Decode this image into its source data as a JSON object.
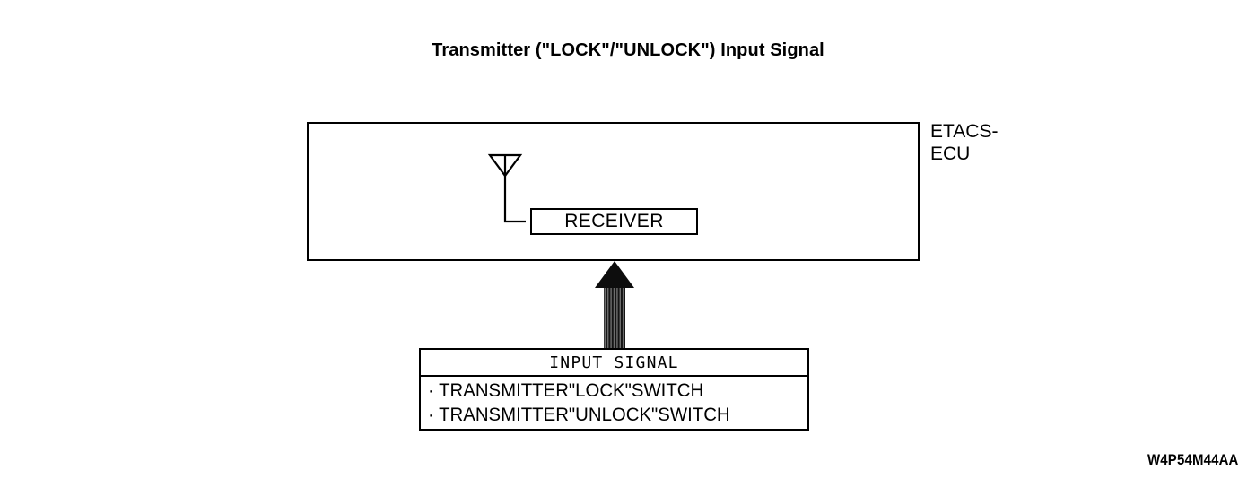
{
  "figure": {
    "title": "Transmitter (\"LOCK\"/\"UNLOCK\") Input Signal",
    "code": "W4P54M44AA"
  },
  "ecu": {
    "label_line1": "ETACS-",
    "label_line2": "ECU",
    "receiver_label": "RECEIVER",
    "antenna_icon": "antenna-icon"
  },
  "flow": {
    "arrow_icon": "up-arrow-icon",
    "arrow_direction": "up"
  },
  "input_signal": {
    "header": "INPUT SIGNAL",
    "items": [
      "· TRANSMITTER\"LOCK\"SWITCH",
      "· TRANSMITTER\"UNLOCK\"SWITCH"
    ]
  },
  "colors": {
    "line": "#000000",
    "background": "#ffffff",
    "arrow_fill": "#0d0d0d",
    "arrow_shaft_stripe": "#1a1a1a",
    "arrow_shaft_gap": "#6e6e6e"
  }
}
